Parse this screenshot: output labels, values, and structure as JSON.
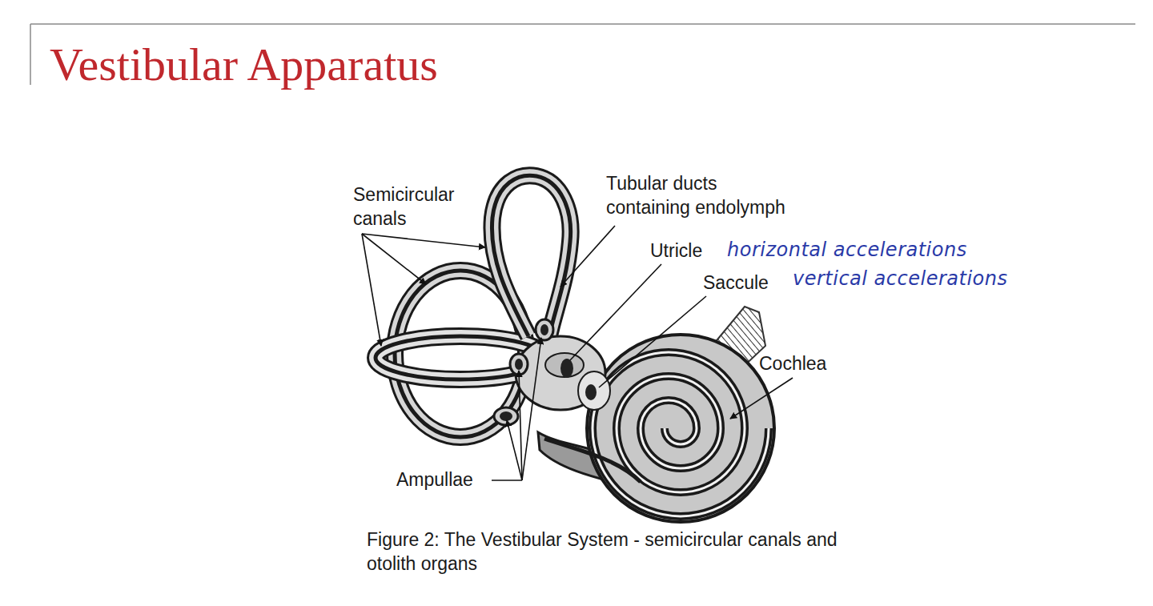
{
  "diagram": {
    "title": "Vestibular Apparatus",
    "caption": "Figure 2: The Vestibular System - semicircular canals and otolith organs",
    "labels": [
      "Semicircular canals",
      "Tubular ducts containing endolymph",
      "Utricle",
      "horizontal accelerations",
      "Saccule",
      "vertical accelerations",
      "Cochlea",
      "Ampullae"
    ]
  }
}
